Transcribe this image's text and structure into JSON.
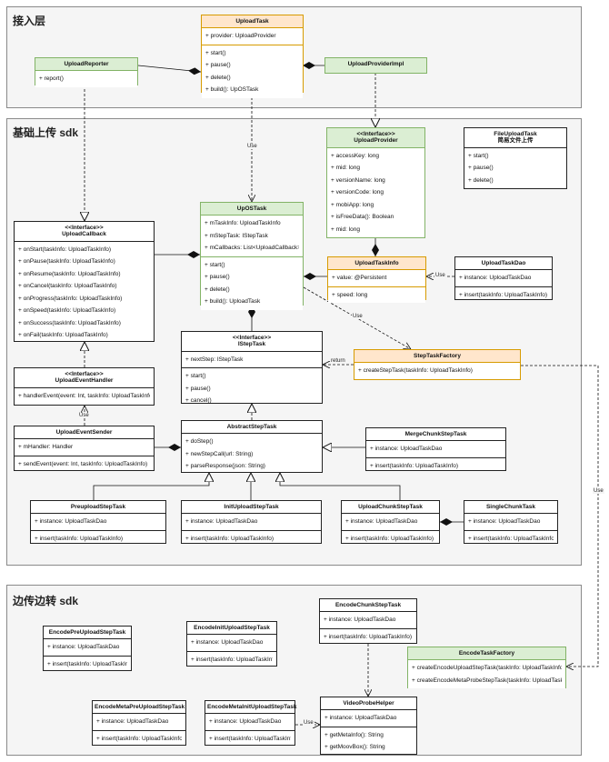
{
  "groups": {
    "access": "接入层",
    "base": "基础上传 sdk",
    "edge": "边传边转 sdk"
  },
  "labels": {
    "use": "Use",
    "return": "return"
  },
  "classes": {
    "upload_task": {
      "name": "UploadTask",
      "fields": [
        "+ provider: UploadProvider"
      ],
      "methods": [
        "+ start()",
        "+ pause()",
        "+ delete()",
        "+ build(): UpOSTask"
      ]
    },
    "upload_reporter": {
      "name": "UploadReporter",
      "methods": [
        "+ report()"
      ]
    },
    "upload_provider_impl": {
      "name": "UploadProviderImpl"
    },
    "upload_provider": {
      "stereotype": "<<Interface>>",
      "name": "UploadProvider",
      "fields": [
        "+ accessKey: long",
        "+ mid: long",
        "+ versionName: long",
        "+ versionCode: long",
        "+ mobiApp: long",
        "+ isFreeData(): Boolean",
        "+ mid: long"
      ]
    },
    "file_upload_task": {
      "name": "FileUploadTask",
      "subtitle": "简易文件上传",
      "methods": [
        "+ start()",
        "+ pause()",
        "+ delete()"
      ]
    },
    "upload_callback": {
      "stereotype": "<<Interface>>",
      "name": "UploadCallback",
      "methods": [
        "+ onStart(taskInfo: UploadTaskInfo)",
        "+ onPause(taskInfo: UploadTaskInfo)",
        "+ onResume(taskInfo: UploadTaskInfo)",
        "+ onCancel(taskInfo: UploadTaskInfo)",
        "+ onProgress(taskInfo: UploadTaskInfo)",
        "+ onSpeed(taskInfo: UploadTaskInfo)",
        "+ onSuccess(taskInfo: UploadTaskInfo)",
        "+ onFail(taskInfo: UploadTaskInfo)"
      ]
    },
    "upos_task": {
      "name": "UpOSTask",
      "fields": [
        "+ mTaskInfo: UploadTaskInfo",
        "+ mStepTask: IStepTask",
        "+ mCallbacks: List<UploadCallback>"
      ],
      "methods": [
        "+ start()",
        "+ pause()",
        "+ delete()",
        "+ build(): UploadTask"
      ]
    },
    "upload_task_info": {
      "name": "UploadTaskInfo",
      "fields": [
        "+ value: @Persistent"
      ],
      "methods": [
        "+ speed: long"
      ]
    },
    "upload_task_dao": {
      "name": "UploadTaskDao",
      "fields": [
        "+ instance: UploadTaskDao"
      ],
      "methods": [
        "+ insert(taskInfo: UploadTaskInfo)"
      ]
    },
    "istep_task": {
      "stereotype": "<<Interface>>",
      "name": "IStepTask",
      "fields": [
        "+ nextStep: IStepTask"
      ],
      "methods": [
        "+ start()",
        "+ pause()",
        "+ cancel()"
      ]
    },
    "step_task_factory": {
      "name": "StepTaskFactory",
      "methods": [
        "+ createStepTask(taskInfo: UploadTaskInfo)"
      ]
    },
    "upload_event_handler": {
      "stereotype": "<<Interface>>",
      "name": "UploadEventHandler",
      "methods": [
        "+ handlerEvent(event: Int, taskInfo: UploadTaskInfo)"
      ]
    },
    "upload_event_sender": {
      "name": "UploadEventSender",
      "fields": [
        "+ mHandler: Handler"
      ],
      "methods": [
        "+ sendEvent(event: Int, taskInfo: UploadTaskInfo)"
      ]
    },
    "abstract_step_task": {
      "name": "AbstractStepTask",
      "methods": [
        "+ doStep()",
        "+ newStepCall(url: String)",
        "+ parseResponse(json: String)"
      ]
    },
    "merge_chunk_step_task": {
      "name": "MergeChunkStepTask",
      "fields": [
        "+ instance: UploadTaskDao"
      ],
      "methods": [
        "+ insert(taskInfo: UploadTaskInfo)"
      ]
    },
    "preupload_step_task": {
      "name": "PreuploadStepTask",
      "fields": [
        "+ instance: UploadTaskDao"
      ],
      "methods": [
        "+ insert(taskInfo: UploadTaskInfo)"
      ]
    },
    "init_upload_step_task": {
      "name": "InitUploadStepTask",
      "fields": [
        "+ instance: UploadTaskDao"
      ],
      "methods": [
        "+ insert(taskInfo: UploadTaskInfo)"
      ]
    },
    "upload_chunk_step_task": {
      "name": "UploadChunkStepTask",
      "fields": [
        "+ instance: UploadTaskDao"
      ],
      "methods": [
        "+ insert(taskInfo: UploadTaskInfo)"
      ]
    },
    "single_chunk_task": {
      "name": "SingleChunkTask",
      "fields": [
        "+ instance: UploadTaskDao"
      ],
      "methods": [
        "+ insert(taskInfo: UploadTaskInfo)"
      ]
    },
    "encode_chunk_step_task": {
      "name": "EncodeChunkStepTask",
      "fields": [
        "+ instance: UploadTaskDao"
      ],
      "methods": [
        "+ insert(taskInfo: UploadTaskInfo)"
      ]
    },
    "encode_pre_upload_step_task": {
      "name": "EncodePreUploadStepTask",
      "fields": [
        "+ instance: UploadTaskDao"
      ],
      "methods": [
        "+ insert(taskInfo: UploadTaskInfo)"
      ]
    },
    "encode_init_upload_step_task": {
      "name": "EncodeInitUploadStepTask",
      "fields": [
        "+ instance: UploadTaskDao"
      ],
      "methods": [
        "+ insert(taskInfo: UploadTaskInfo)"
      ]
    },
    "encode_task_factory": {
      "name": "EncodeTaskFactory",
      "methods": [
        "+ createEncodeUploadStepTask(taskInfo: UploadTaskInfo)",
        "+ createEncodeMetaProbeStepTask(taskInfo: UploadTaskInfo)"
      ]
    },
    "encode_meta_pre_upload_step_task": {
      "name": "EncodeMetaPreUploadStepTask",
      "fields": [
        "+ instance: UploadTaskDao"
      ],
      "methods": [
        "+ insert(taskInfo: UploadTaskInfo)"
      ]
    },
    "encode_meta_init_upload_step_task": {
      "name": "EncodeMetaInitUploadStepTask",
      "fields": [
        "+ instance: UploadTaskDao"
      ],
      "methods": [
        "+ insert(taskInfo: UploadTaskInfo)"
      ]
    },
    "video_probe_helper": {
      "name": "VideoProbeHelper",
      "fields": [
        "+ instance: UploadTaskDao"
      ],
      "methods": [
        "+ getMetaInfo(): String",
        "+ getMoovBox(): String"
      ]
    }
  }
}
